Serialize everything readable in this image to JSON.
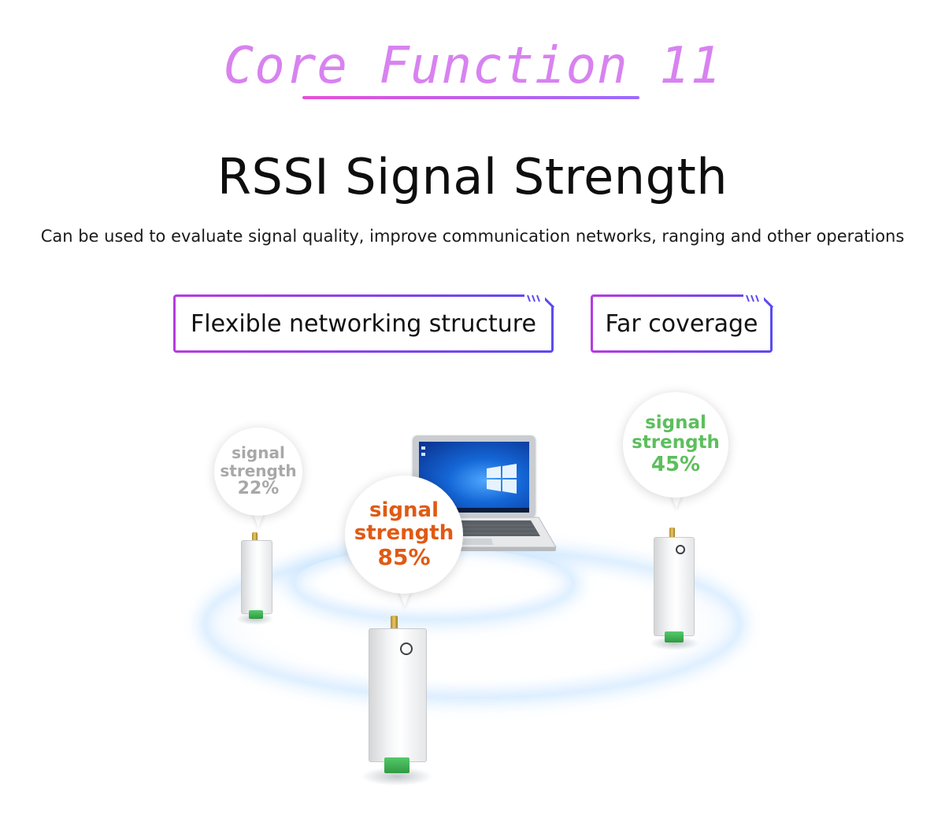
{
  "header": {
    "core_function": "Core Function 11",
    "title": "RSSI Signal Strength",
    "subtitle": "Can be used to evaluate signal quality, improve communication networks, ranging and other operations"
  },
  "features": [
    {
      "label": "Flexible networking structure"
    },
    {
      "label": "Far coverage"
    }
  ],
  "devices": [
    {
      "line1": "signal",
      "line2": "strength",
      "value": "22%",
      "color": "#a8a8a8"
    },
    {
      "line1": "signal",
      "line2": "strength",
      "value": "85%",
      "color": "#e05a14"
    },
    {
      "line1": "signal",
      "line2": "strength",
      "value": "45%",
      "color": "#5cbf5c"
    }
  ],
  "colors": {
    "accent_pink": "#d882f0",
    "accent_blue": "#5a4bf0",
    "windows_blue": "#1466d6"
  },
  "icons": [
    "windows-logo-icon",
    "wifi-ticks-icon"
  ]
}
